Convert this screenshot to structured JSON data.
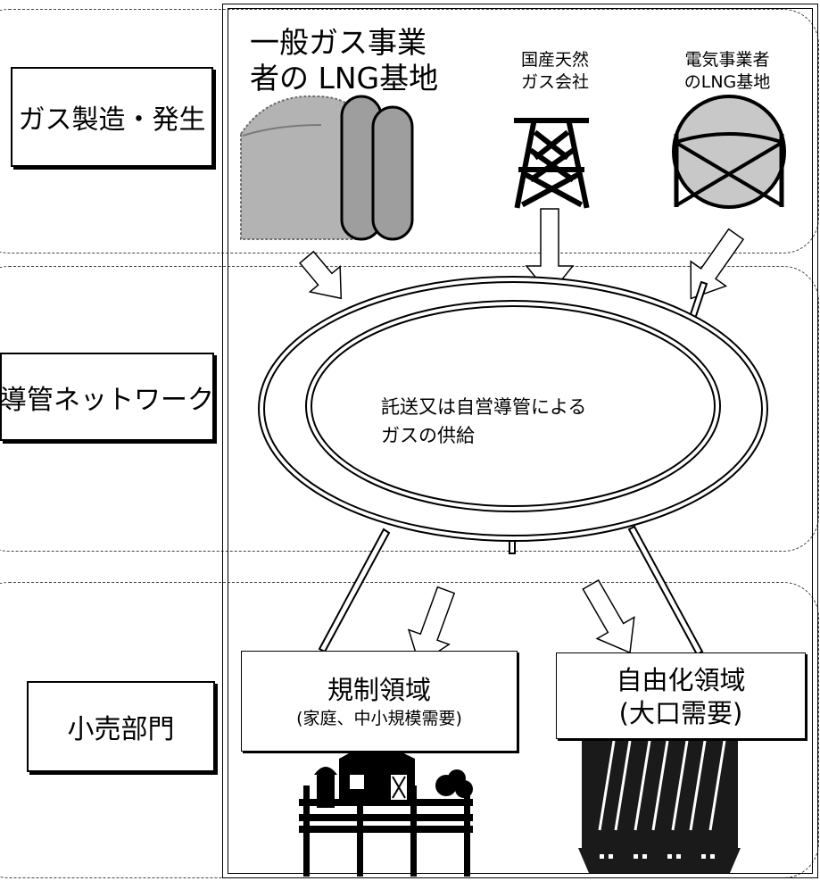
{
  "stages": {
    "production": "ガス製造・発生",
    "network": "導管ネットワーク",
    "retail": "小売部門"
  },
  "sources": {
    "gas_utility": {
      "line1": "一般ガス事業",
      "line2": "者の LNG基地"
    },
    "domestic_gas": {
      "line1": "国産天然",
      "line2": "ガス会社"
    },
    "electric_utility": {
      "line1": "電気事業者",
      "line2": "のLNG基地"
    }
  },
  "network": {
    "line1": "託送又は自営導管による",
    "line2": "ガスの供給"
  },
  "segments": {
    "regulated": {
      "title": "規制領域",
      "sub": "(家庭、中小規模需要)"
    },
    "liberalized": {
      "title": "自由化領域",
      "sub": "(大口需要)"
    }
  },
  "icons": [
    "lng-tank-icon",
    "gas-tower-icon",
    "spherical-tank-icon",
    "farm-house-icon",
    "factory-icon"
  ]
}
